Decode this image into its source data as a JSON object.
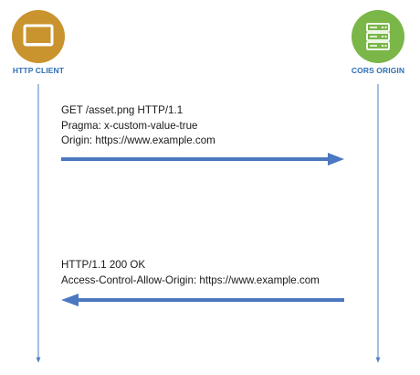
{
  "colors": {
    "client": "#c9932e",
    "origin": "#7ab648",
    "lifeline": "#4f7fc2",
    "arrow": "#4b78c0",
    "label": "#2f6fb6"
  },
  "actors": {
    "client": {
      "label": "HTTP CLIENT",
      "icon": "monitor-icon"
    },
    "origin": {
      "label": "CORS ORIGIN",
      "icon": "server-icon"
    }
  },
  "messages": {
    "request": {
      "direction": "client-to-origin",
      "lines": [
        "GET /asset.png HTTP/1.1",
        "Pragma: x-custom-value-true",
        "Origin: https://www.example.com"
      ]
    },
    "response": {
      "direction": "origin-to-client",
      "lines": [
        "HTTP/1.1 200 OK",
        "Access-Control-Allow-Origin: https://www.example.com"
      ]
    }
  }
}
